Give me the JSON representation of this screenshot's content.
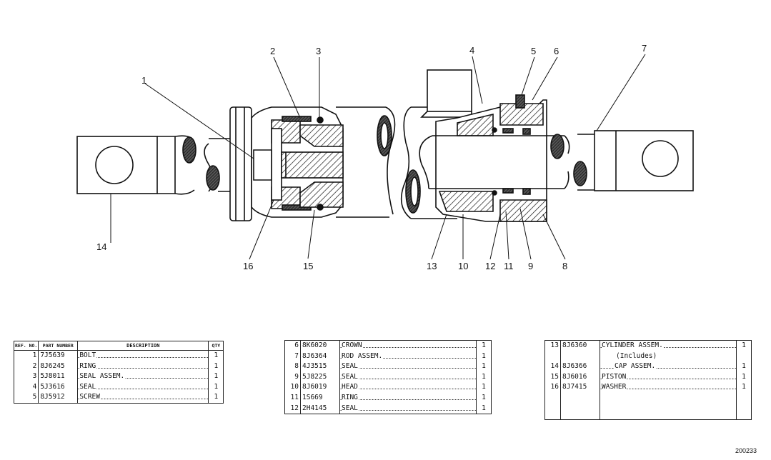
{
  "callouts": [
    "1",
    "2",
    "3",
    "4",
    "5",
    "6",
    "7",
    "8",
    "9",
    "10",
    "11",
    "12",
    "13",
    "14",
    "15",
    "16"
  ],
  "table_headers": {
    "ref": "REF. NO.",
    "part": "PART NUMBER",
    "desc": "DESCRIPTION",
    "qty": "QTY"
  },
  "parts_table_1": [
    {
      "ref": "1",
      "part": "7J5639",
      "desc": "BOLT",
      "qty": "1"
    },
    {
      "ref": "2",
      "part": "8J6245",
      "desc": "RING",
      "qty": "1"
    },
    {
      "ref": "3",
      "part": "5J8011",
      "desc": "SEAL ASSEM.",
      "qty": "1"
    },
    {
      "ref": "4",
      "part": "5J3616",
      "desc": "SEAL",
      "qty": "1"
    },
    {
      "ref": "5",
      "part": "8J5912",
      "desc": "SCREW",
      "qty": "1"
    }
  ],
  "parts_table_2": [
    {
      "ref": "6",
      "part": "8K6020",
      "desc": "CROWN",
      "qty": "1"
    },
    {
      "ref": "7",
      "part": "8J6364",
      "desc": "ROD ASSEM.",
      "qty": "1"
    },
    {
      "ref": "8",
      "part": "4J3515",
      "desc": "SEAL",
      "qty": "1"
    },
    {
      "ref": "9",
      "part": "5J8225",
      "desc": "SEAL",
      "qty": "1"
    },
    {
      "ref": "10",
      "part": "8J6019",
      "desc": "HEAD",
      "qty": "1"
    },
    {
      "ref": "11",
      "part": "1S669",
      "desc": "RING",
      "qty": "1"
    },
    {
      "ref": "12",
      "part": "2H4145",
      "desc": "SEAL",
      "qty": "1"
    }
  ],
  "parts_table_3": [
    {
      "ref": "13",
      "part": "8J6360",
      "desc": "CYLINDER ASSEM.",
      "qty": "1"
    },
    {
      "ref": "",
      "part": "",
      "desc": "(Includes)",
      "qty": ""
    },
    {
      "ref": "14",
      "part": "8J6366",
      "desc": "CAP ASSEM.",
      "qty": "1"
    },
    {
      "ref": "15",
      "part": "8J6016",
      "desc": "PISTON",
      "qty": "1"
    },
    {
      "ref": "16",
      "part": "8J7415",
      "desc": "WASHER",
      "qty": "1"
    }
  ],
  "drawing_code": "200233"
}
